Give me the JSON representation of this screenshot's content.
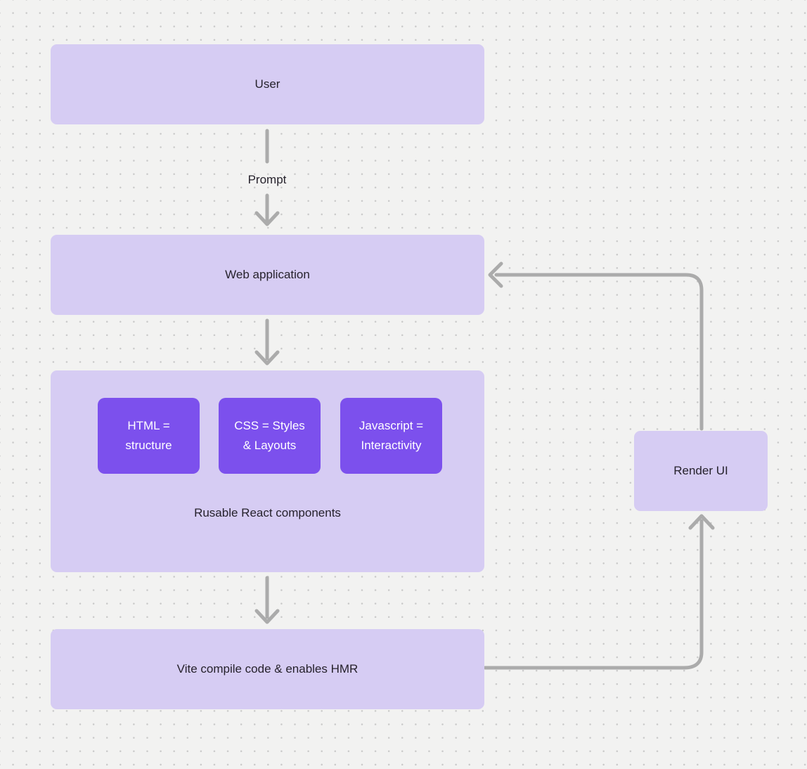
{
  "nodes": {
    "user": {
      "label": "User"
    },
    "web_application": {
      "label": "Web application"
    },
    "components_group": {
      "caption": "Rusable React components",
      "chips": [
        {
          "label": "HTML =\nstructure"
        },
        {
          "label": "CSS = Styles\n& Layouts"
        },
        {
          "label": "Javascript =\nInteractivity"
        }
      ]
    },
    "vite": {
      "label": "Vite compile code & enables HMR"
    },
    "render_ui": {
      "label": "Render UI"
    }
  },
  "edges": {
    "prompt_label": "Prompt"
  },
  "colors": {
    "canvas-bg": "#f2f2f1",
    "dot-color": "#c9c9c9",
    "node-fill": "#d6ccf3",
    "chip-fill": "#7c50ed",
    "line-color": "#ababab",
    "text-dark": "#26222c",
    "text-light": "#ffffff"
  }
}
